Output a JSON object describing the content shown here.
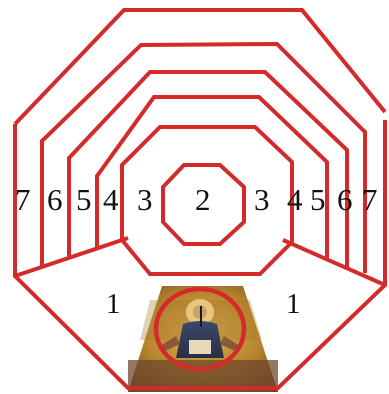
{
  "diagram": {
    "zone_labels": {
      "left": [
        "7",
        "6",
        "5",
        "4",
        "3"
      ],
      "center": "2",
      "right": [
        "3",
        "4",
        "5",
        "6",
        "7"
      ],
      "bottom_left": "1",
      "bottom_right": "1",
      "mosaic": "1"
    },
    "mosaic": {
      "subject": "christ-pantocrator-mosaic",
      "gold_color": "#c8932d"
    },
    "stroke_color": "#d42a2a"
  }
}
